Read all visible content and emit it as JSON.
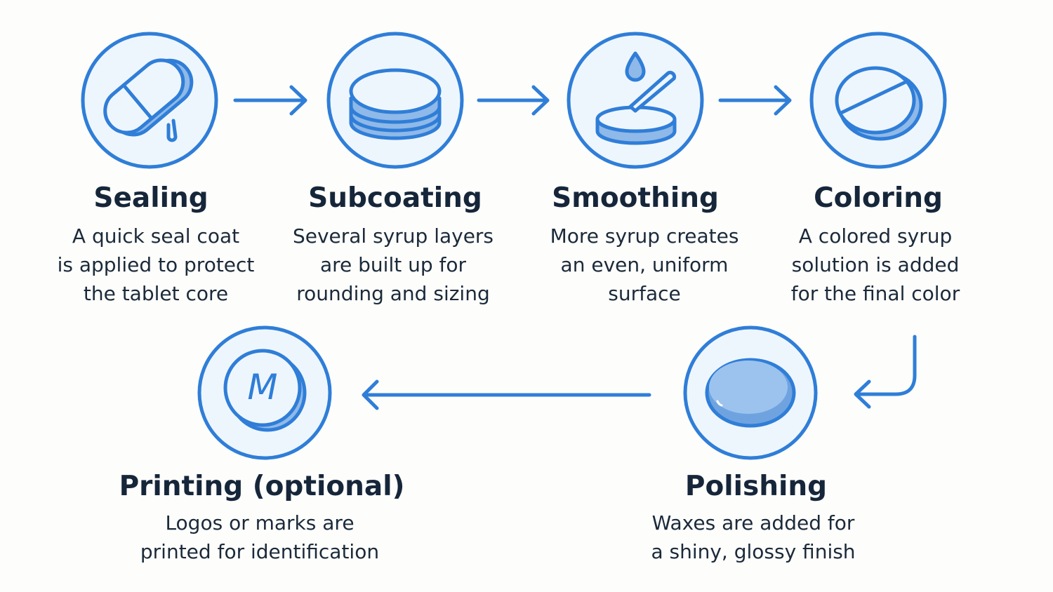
{
  "colors": {
    "accent": "#2f7ed8",
    "circle_fill": "#eef6fd",
    "title": "#16263a"
  },
  "steps": [
    {
      "icon": "capsule-drip-icon",
      "title": "Sealing",
      "desc": [
        "A quick seal coat",
        "is applied to protect",
        "the tablet core"
      ]
    },
    {
      "icon": "stacked-layers-icon",
      "title": "Subcoating",
      "desc": [
        "Several syrup layers",
        "are built up for",
        "rounding and sizing"
      ]
    },
    {
      "icon": "drop-spatula-icon",
      "title": "Smoothing",
      "desc": [
        "More syrup creates",
        "an even, uniform",
        "surface"
      ]
    },
    {
      "icon": "scored-tablet-icon",
      "title": "Coloring",
      "desc": [
        "A colored syrup",
        "solution is added",
        "for the final color"
      ]
    },
    {
      "icon": "glossy-tablet-icon",
      "title": "Polishing",
      "desc": [
        "Waxes are added for",
        "a shiny, glossy finish"
      ]
    },
    {
      "icon": "printed-tablet-icon",
      "title": "Printing (optional)",
      "desc": [
        "Logos or marks are",
        "printed for identification"
      ],
      "mark": "M"
    }
  ]
}
